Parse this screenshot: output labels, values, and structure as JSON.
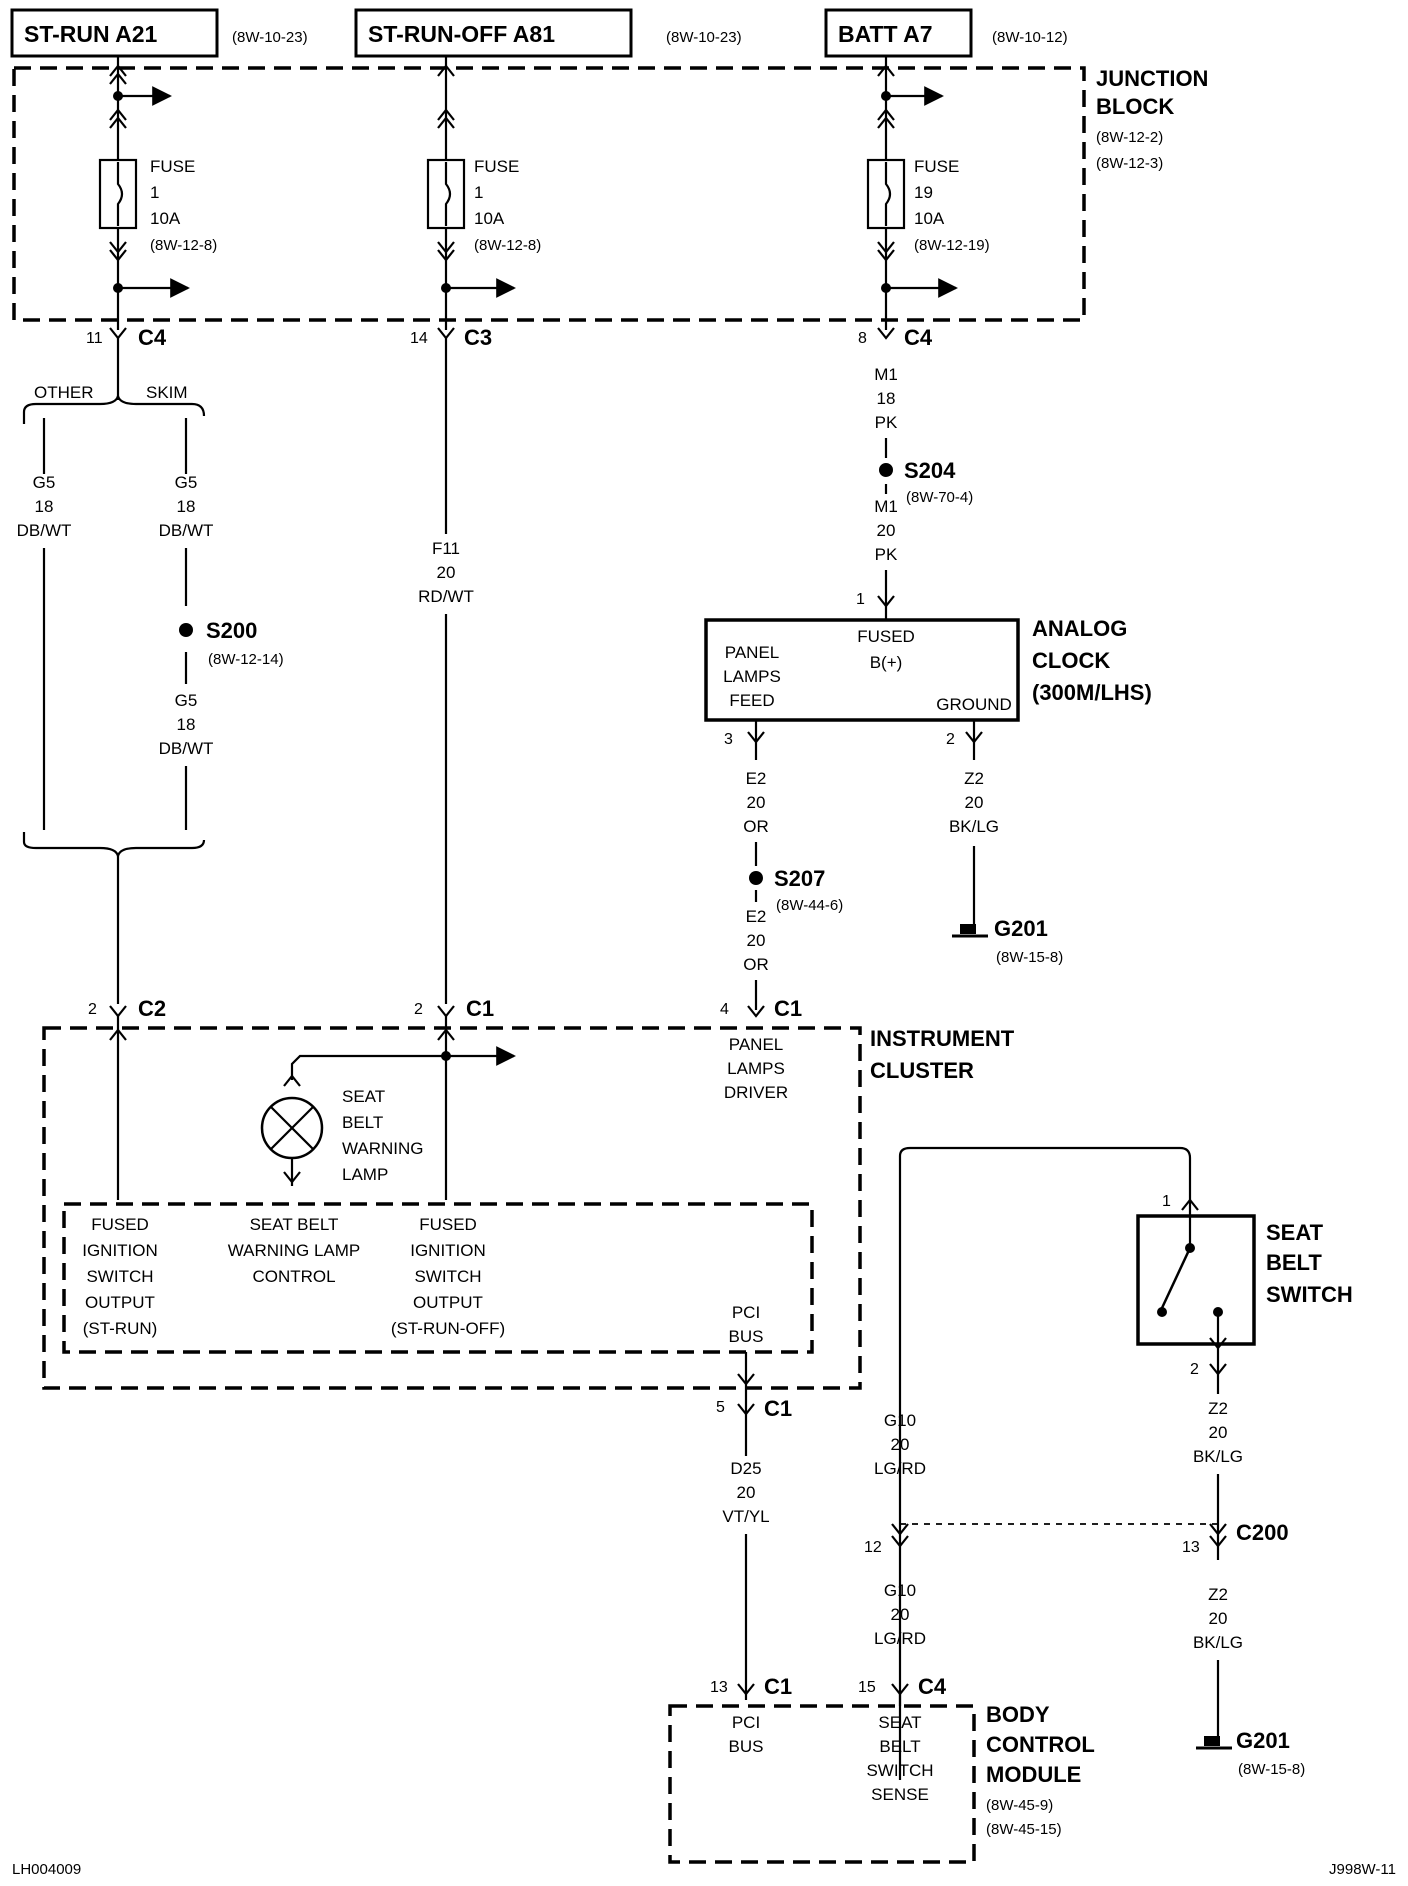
{
  "headers": {
    "st_run": {
      "label": "ST-RUN A21",
      "ref": "(8W-10-23)"
    },
    "st_run_off": {
      "label": "ST-RUN-OFF A81",
      "ref": "(8W-10-23)"
    },
    "batt": {
      "label": "BATT A7",
      "ref": "(8W-10-12)"
    }
  },
  "junction_block": {
    "title": [
      "JUNCTION",
      "BLOCK"
    ],
    "refs": [
      "(8W-12-2)",
      "(8W-12-3)"
    ]
  },
  "fuses": [
    {
      "lines": [
        "FUSE",
        "1",
        "10A",
        "(8W-12-8)"
      ]
    },
    {
      "lines": [
        "FUSE",
        "1",
        "10A",
        "(8W-12-8)"
      ]
    },
    {
      "lines": [
        "FUSE",
        "19",
        "10A",
        "(8W-12-19)"
      ]
    }
  ],
  "jb_connectors": [
    {
      "pin": "11",
      "name": "C4"
    },
    {
      "pin": "14",
      "name": "C3"
    },
    {
      "pin": "8",
      "name": "C4"
    }
  ],
  "branch": {
    "other": "OTHER",
    "skim": "SKIM"
  },
  "wires": {
    "g5_other": [
      "G5",
      "18",
      "DB/WT"
    ],
    "g5_skim_top": [
      "G5",
      "18",
      "DB/WT"
    ],
    "g5_skim_bottom": [
      "G5",
      "18",
      "DB/WT"
    ],
    "f11": [
      "F11",
      "20",
      "RD/WT"
    ],
    "m1_top": [
      "M1",
      "18",
      "PK"
    ],
    "m1_bottom": [
      "M1",
      "20",
      "PK"
    ],
    "e2_top": [
      "E2",
      "20",
      "OR"
    ],
    "e2_bottom": [
      "E2",
      "20",
      "OR"
    ],
    "z2_clock": [
      "Z2",
      "20",
      "BK/LG"
    ],
    "d25": [
      "D25",
      "20",
      "VT/YL"
    ],
    "g10_top": [
      "G10",
      "20",
      "LG/RD"
    ],
    "g10_bottom": [
      "G10",
      "20",
      "LG/RD"
    ],
    "z2_switch_top": [
      "Z2",
      "20",
      "BK/LG"
    ],
    "z2_switch_bottom": [
      "Z2",
      "20",
      "BK/LG"
    ]
  },
  "splices": {
    "s200": {
      "name": "S200",
      "ref": "(8W-12-14)"
    },
    "s204": {
      "name": "S204",
      "ref": "(8W-70-4)"
    },
    "s207": {
      "name": "S207",
      "ref": "(8W-44-6)"
    }
  },
  "analog_clock": {
    "title": [
      "ANALOG",
      "CLOCK",
      "(300M/LHS)"
    ],
    "panel_lamps_feed": [
      "PANEL",
      "LAMPS",
      "FEED"
    ],
    "fused_b": [
      "FUSED",
      "B(+)"
    ],
    "ground": "GROUND",
    "pin_top": "1",
    "pin_feed": "3",
    "pin_ground": "2"
  },
  "grounds": {
    "clock": {
      "name": "G201",
      "ref": "(8W-15-8)"
    },
    "switch": {
      "name": "G201",
      "ref": "(8W-15-8)"
    }
  },
  "cluster_connectors": [
    {
      "pin": "2",
      "name": "C2"
    },
    {
      "pin": "2",
      "name": "C1"
    },
    {
      "pin": "4",
      "name": "C1"
    },
    {
      "pin": "5",
      "name": "C1"
    }
  ],
  "instrument_cluster": {
    "title": [
      "INSTRUMENT",
      "CLUSTER"
    ],
    "panel_lamps_driver": [
      "PANEL",
      "LAMPS",
      "DRIVER"
    ],
    "lamp_label": [
      "SEAT",
      "BELT",
      "WARNING",
      "LAMP"
    ],
    "fused_run": [
      "FUSED",
      "IGNITION",
      "SWITCH",
      "OUTPUT",
      "(ST-RUN)"
    ],
    "lamp_control": [
      "SEAT BELT",
      "WARNING LAMP",
      "CONTROL"
    ],
    "fused_run_off": [
      "FUSED",
      "IGNITION",
      "SWITCH",
      "OUTPUT",
      "(ST-RUN-OFF)"
    ],
    "pci_bus": [
      "PCI",
      "BUS"
    ]
  },
  "seat_belt_switch": {
    "title": [
      "SEAT",
      "BELT",
      "SWITCH"
    ],
    "pin_top": "1",
    "pin_bottom": "2"
  },
  "c200": {
    "name": "C200",
    "pin_left": "12",
    "pin_right": "13"
  },
  "bcm": {
    "title": [
      "BODY",
      "CONTROL",
      "MODULE"
    ],
    "refs": [
      "(8W-45-9)",
      "(8W-45-15)"
    ],
    "pci_bus": [
      "PCI",
      "BUS"
    ],
    "switch_sense": [
      "SEAT",
      "BELT",
      "SWITCH",
      "SENSE"
    ],
    "conn_pci": {
      "pin": "13",
      "name": "C1"
    },
    "conn_sense": {
      "pin": "15",
      "name": "C4"
    }
  },
  "footer": {
    "left": "LH004009",
    "right": "J998W-11"
  }
}
